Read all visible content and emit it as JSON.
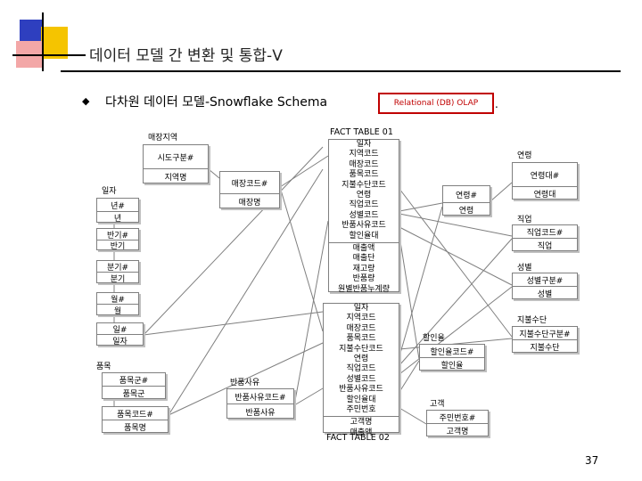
{
  "slide": {
    "title": "데이터 모델 간 변환 및 통합-V",
    "bullet": "다차원 데이터 모델-Snowflake Schema",
    "olap_label": "Relational (DB) OLAP",
    "olap_period": ".",
    "page_number": "37"
  },
  "colors": {
    "accent_blue": "#2e3fbf",
    "accent_yellow": "#f5c400",
    "accent_red": "#e01818",
    "olap_red": "#c00000"
  },
  "diagram": {
    "store_region": {
      "label": "매장지역",
      "key": "시도구분#",
      "attr": "지역명"
    },
    "store": {
      "key": "매장코드#",
      "attr": "매장명"
    },
    "date": {
      "label": "일자",
      "year_key": "년#",
      "year": "년",
      "half_key": "반기#",
      "half": "반기",
      "quarter_key": "분기#",
      "quarter": "분기",
      "month_key": "월#",
      "month": "월",
      "day_key": "일#",
      "day": "일자"
    },
    "product": {
      "label": "품목",
      "group_key": "품목군#",
      "group": "품목군",
      "code_key": "품목코드#",
      "name": "품목명"
    },
    "return_reason": {
      "label": "반품사유",
      "key": "반품사유코드#",
      "attr": "반품사유"
    },
    "fact1": {
      "title": "FACT TABLE 01",
      "keys": [
        "일자",
        "지역코드",
        "매장코드",
        "품목코드",
        "지불수단코드",
        "연령",
        "직업코드",
        "성별코드",
        "반품사유코드",
        "할인율대"
      ],
      "measures": [
        "매출액",
        "매출단",
        "재고량",
        "반품량",
        "원별반품누계량"
      ]
    },
    "fact2": {
      "title": "FACT TABLE 02",
      "keys": [
        "일자",
        "지역코드",
        "매장코드",
        "품목코드",
        "지불수단코드",
        "연령",
        "직업코드",
        "성별코드",
        "반품사유코드",
        "할인율대",
        "주민번호"
      ],
      "measures": [
        "고객명",
        "매출액"
      ]
    },
    "age_band": {
      "label": "연령",
      "key": "연령대#",
      "attr": "연령대"
    },
    "age": {
      "key": "연령#",
      "attr": "연령"
    },
    "job": {
      "label": "직업",
      "key": "직업코드#",
      "attr": "직업"
    },
    "gender": {
      "label": "성별",
      "key": "성별구분#",
      "attr": "성별"
    },
    "payment": {
      "label": "지불수단",
      "key": "지불수단구분#",
      "attr": "지불수단"
    },
    "discount": {
      "label": "할인율",
      "key": "할인율코드#",
      "attr": "할인율"
    },
    "customer": {
      "label": "고객",
      "key": "주민번호#",
      "attr": "고객명"
    }
  }
}
